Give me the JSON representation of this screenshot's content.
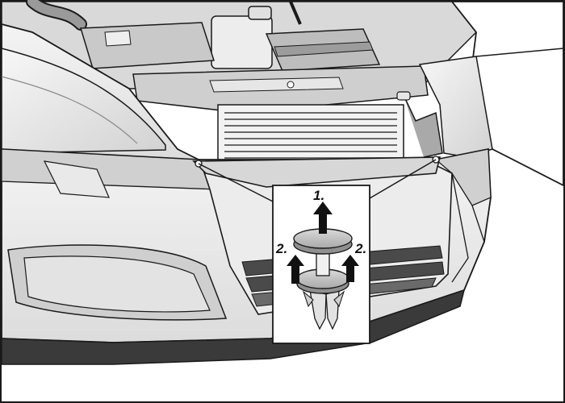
{
  "callouts": {
    "step_1": "1.",
    "step_2_left": "2.",
    "step_2_right": "2."
  },
  "colors": {
    "outline": "#1a1a1a",
    "light_gray": "#e6e6e6",
    "mid_gray": "#c8c8c8",
    "dark_gray": "#8a8a8a",
    "shadow": "#555555",
    "bumper_bottom": "#3a3a3a",
    "arrow": "#111111"
  },
  "icons": {
    "up_arrow": "arrow-up-icon"
  }
}
